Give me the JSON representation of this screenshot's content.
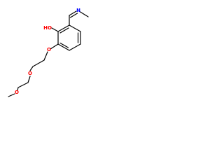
{
  "structure": {
    "atoms": {
      "hydroxyl": {
        "label": "HO",
        "color": "#ff0000"
      },
      "imine_nitrogen": {
        "label": "N",
        "color": "#0000ff"
      },
      "ether_oxygen_1": {
        "label": "O",
        "color": "#ff0000"
      },
      "ether_oxygen_2": {
        "label": "O",
        "color": "#ff0000"
      },
      "ether_oxygen_3": {
        "label": "O",
        "color": "#ff0000"
      }
    },
    "bond_color": "#000000",
    "background": "#ffffff"
  }
}
